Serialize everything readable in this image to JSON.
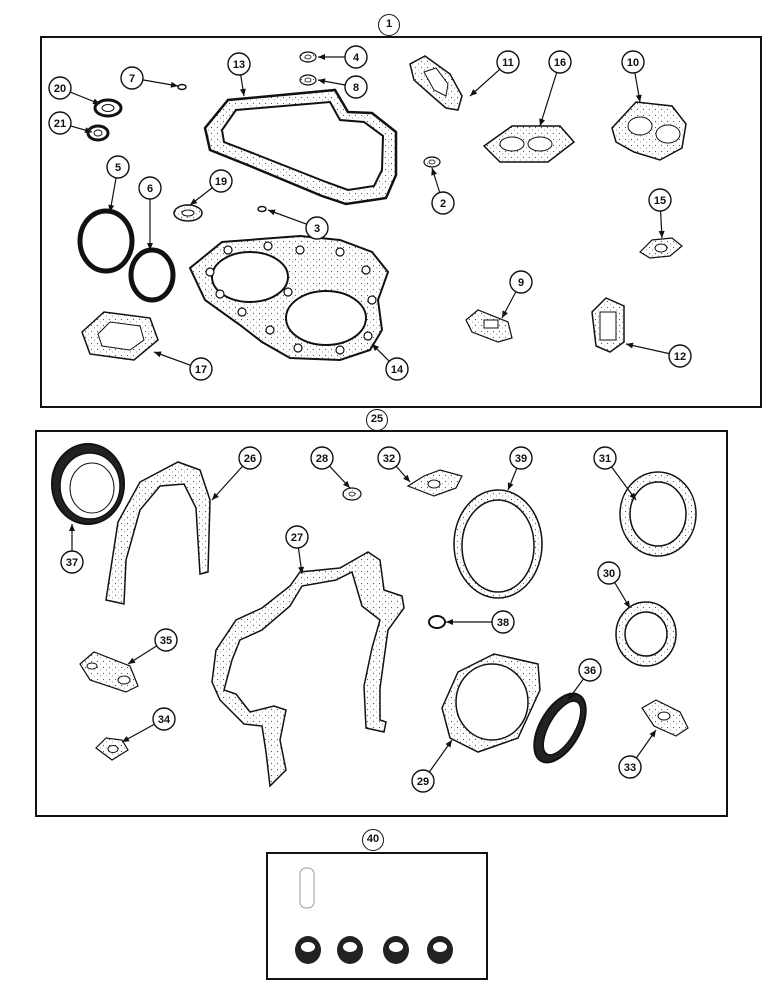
{
  "kits": [
    {
      "number": "1",
      "callouts": [
        "4",
        "7",
        "13",
        "8",
        "11",
        "16",
        "10",
        "20",
        "21",
        "2",
        "5",
        "6",
        "19",
        "3",
        "15",
        "9",
        "12",
        "17",
        "14"
      ]
    },
    {
      "number": "25",
      "callouts": [
        "26",
        "28",
        "32",
        "39",
        "31",
        "37",
        "27",
        "30",
        "38",
        "35",
        "36",
        "34",
        "29",
        "33"
      ]
    },
    {
      "number": "40"
    }
  ]
}
